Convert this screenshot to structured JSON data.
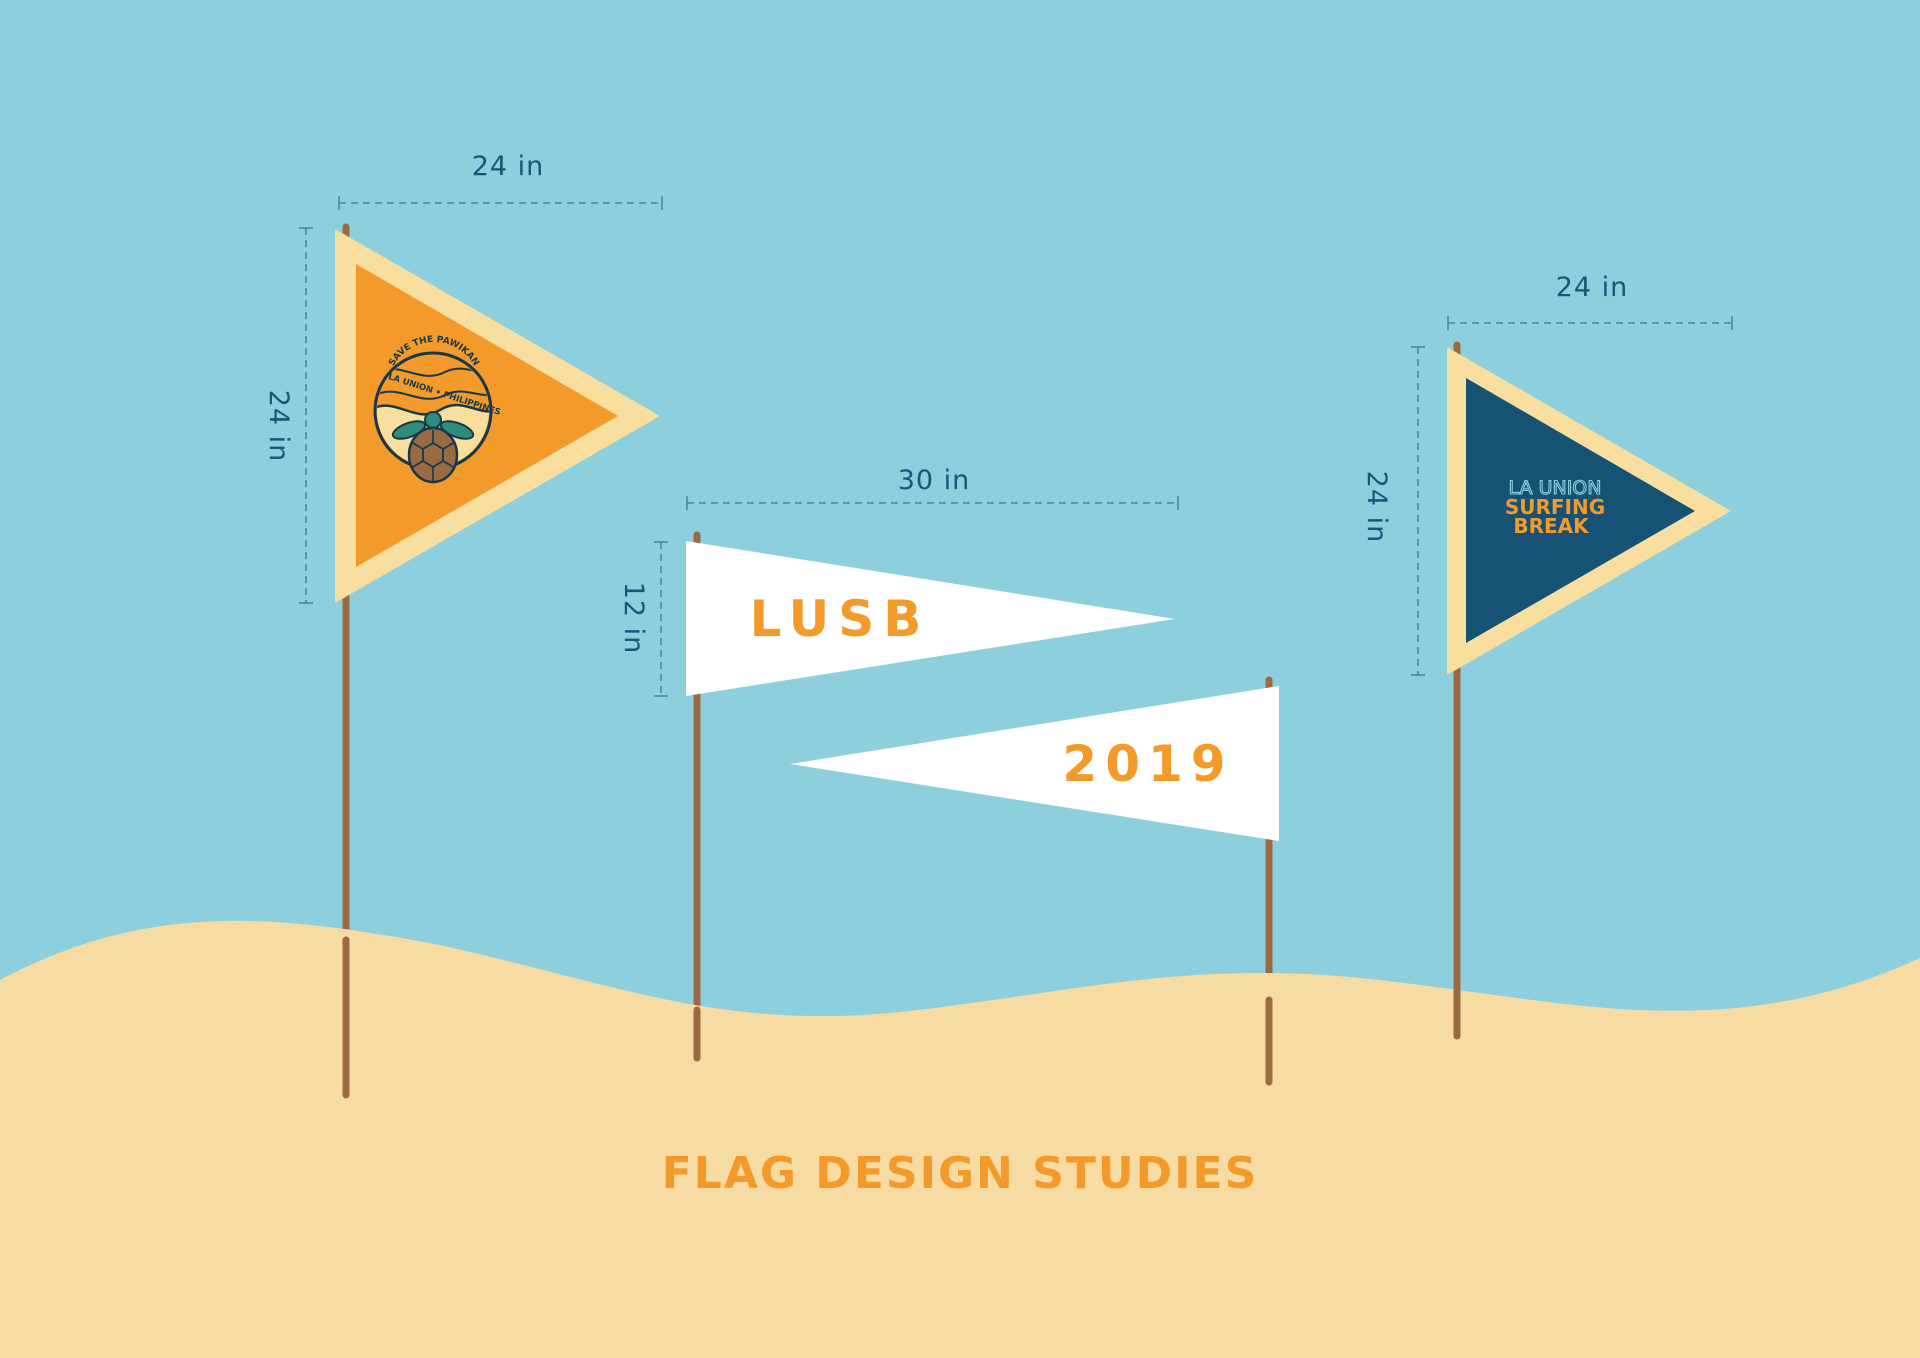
{
  "title": "FLAG DESIGN STUDIES",
  "colors": {
    "sky": "#8ecfdd",
    "sand": "#f6dca3",
    "orange": "#f39a2a",
    "cream": "#f8dfa0",
    "navy": "#155273",
    "pole": "#9a6b43",
    "dimension_text": "#1d5578"
  },
  "flags": [
    {
      "name": "pawikan-pennant",
      "width_label": "24 in",
      "height_label": "24 in",
      "badge_top_text": "SAVE THE PAWIKAN",
      "badge_bottom_text": "LA UNION • PHILIPPINES",
      "badge_icon": "turtle-icon"
    },
    {
      "name": "lusb-pennant",
      "width_label": "30 in",
      "height_label": "12 in",
      "text": "LUSB"
    },
    {
      "name": "year-pennant",
      "text": "2019"
    },
    {
      "name": "surfing-break-pennant",
      "width_label": "24 in",
      "height_label": "24 in",
      "line1": "LA UNION",
      "line2": "SURFING",
      "line3": "BREAK"
    }
  ]
}
